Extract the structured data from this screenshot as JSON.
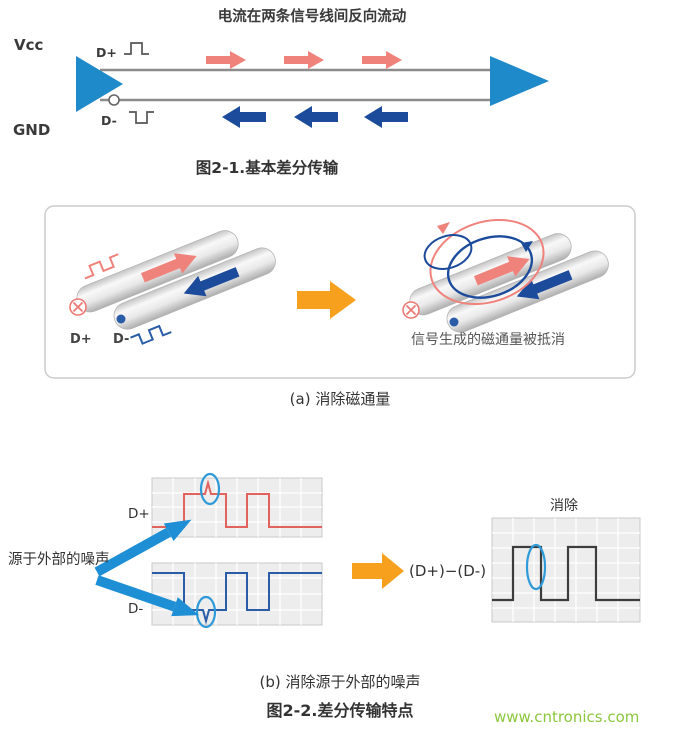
{
  "watermark": "www.cntronics.com",
  "fig1": {
    "title": "电流在两条信号线间反向流动",
    "vcc": "Vcc",
    "gnd": "GND",
    "d_plus": "D+",
    "d_minus": "D-",
    "caption": "图2-1.基本差分传输"
  },
  "fig2a": {
    "d_plus": "D+",
    "d_minus": "D-",
    "flux_note": "信号生成的磁通量被抵消",
    "caption": "(a) 消除磁通量"
  },
  "fig2b": {
    "noise_source": "源于外部的噪声",
    "d_plus": "D+",
    "d_minus": "D-",
    "formula": "(D+)−(D-)",
    "cancel_label": "消除",
    "caption": "(b) 消除源于外部的噪声"
  },
  "fig2_caption": "图2-2.差分传输特点",
  "colors": {
    "signal_pink": "#f0827c",
    "signal_blue": "#1c4b9b",
    "driver_blue": "#1f8aca",
    "highlight_blue": "#2e9ad8",
    "orange": "#f6a01d",
    "grid_bg": "#ededed",
    "watermark_green": "#8dc63f"
  }
}
